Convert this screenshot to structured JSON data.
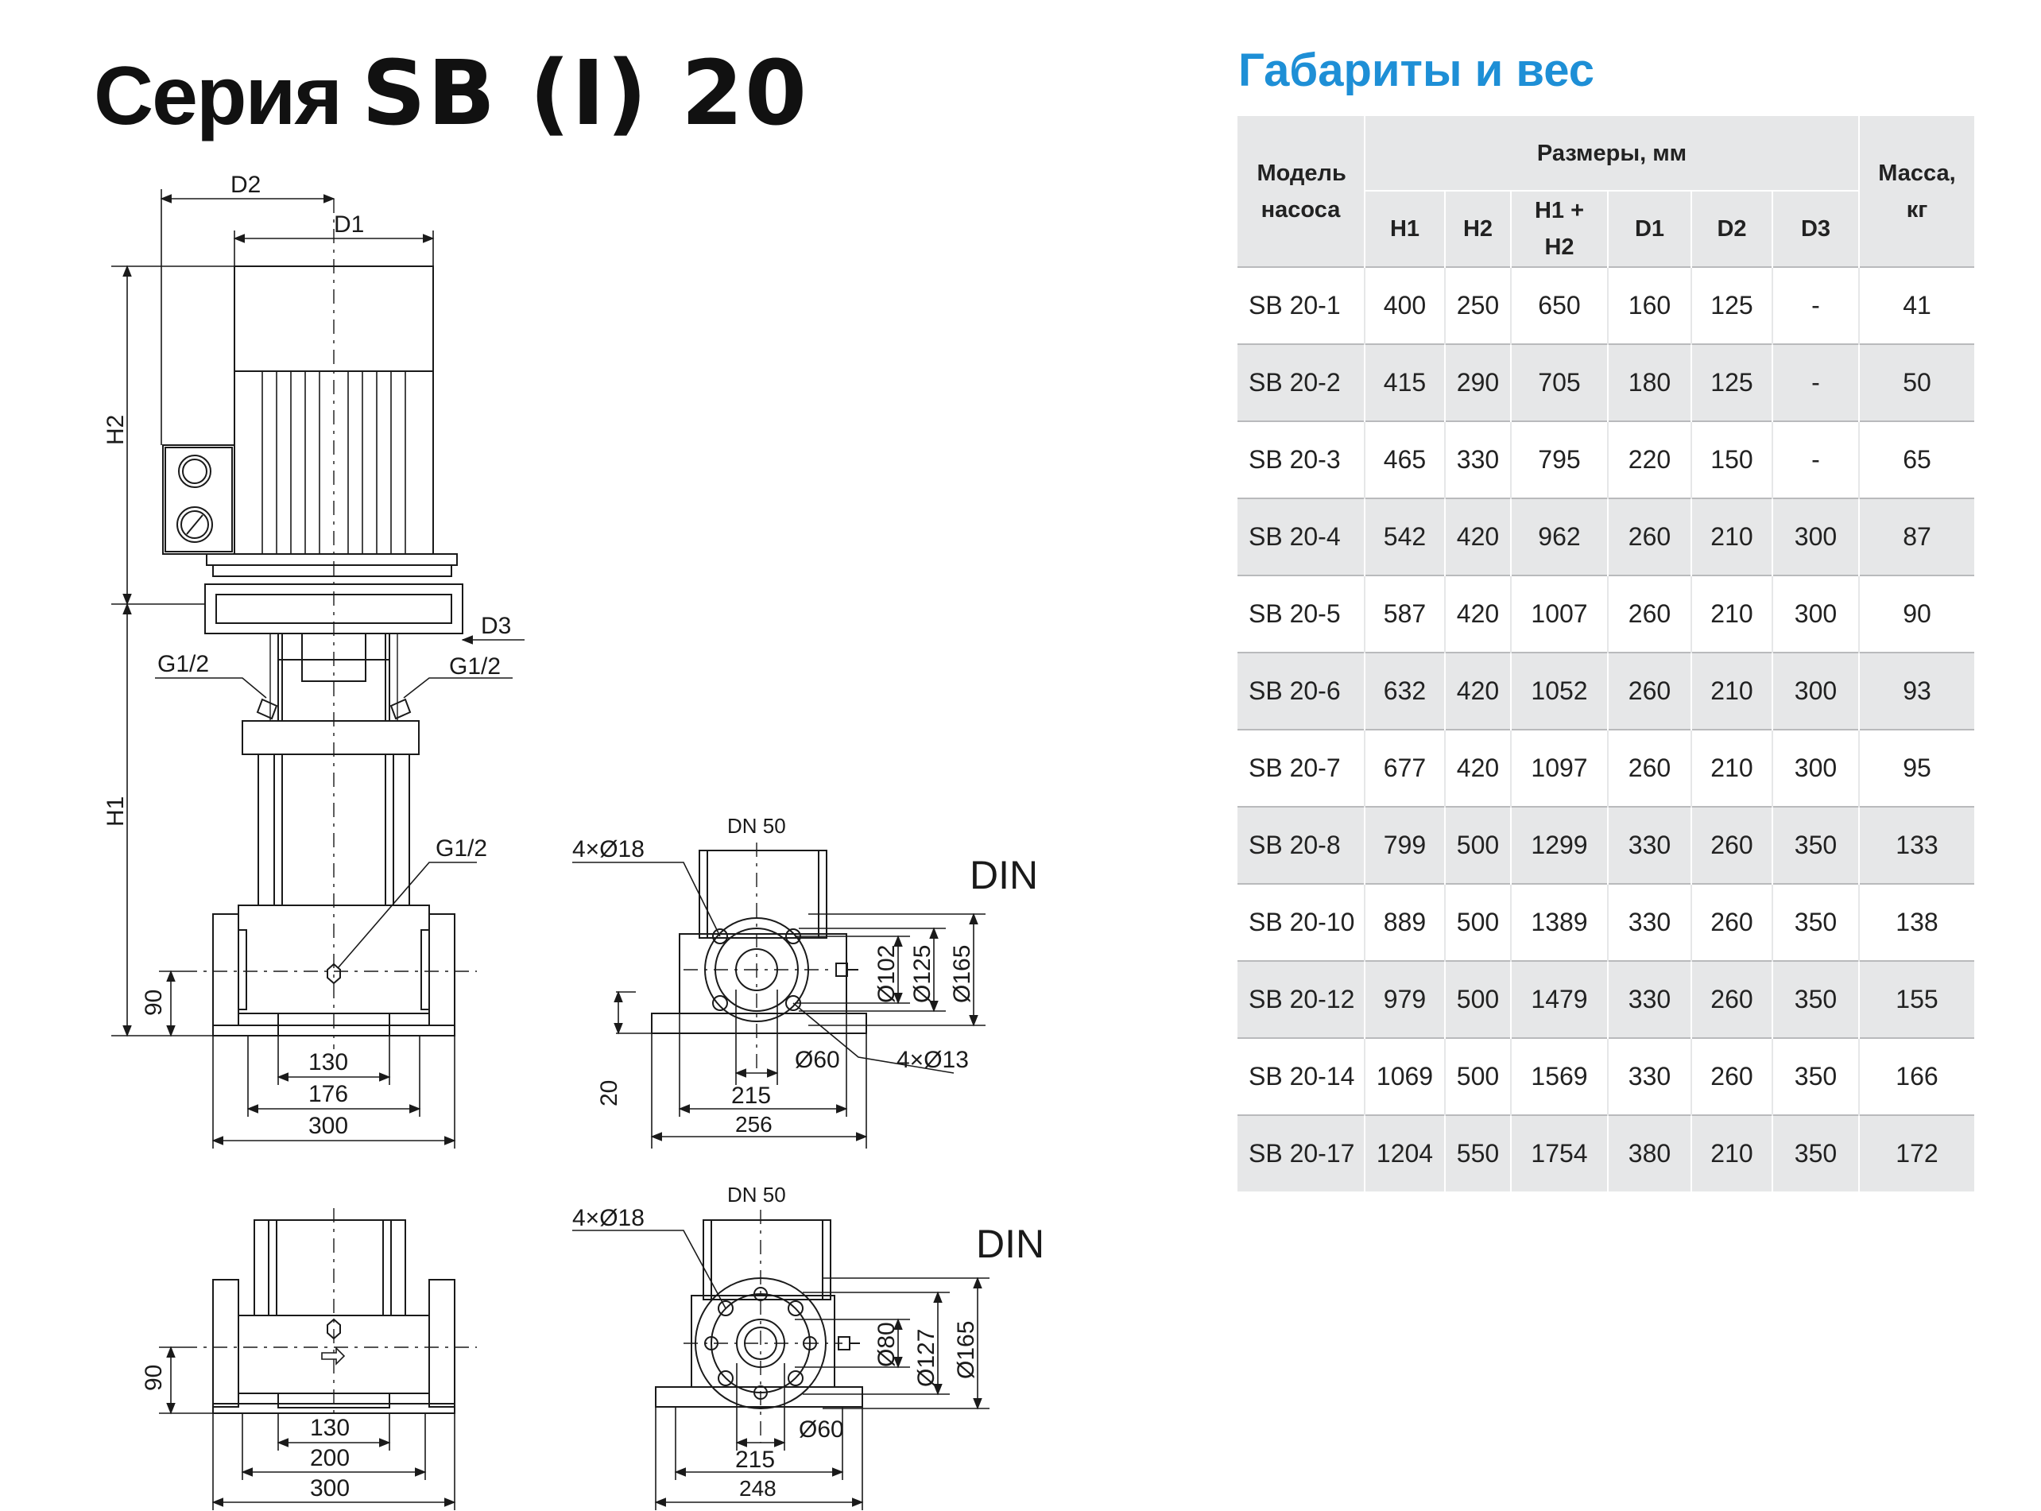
{
  "page": {
    "title_word": "Серия",
    "title_model": "SB (I) 20"
  },
  "section": {
    "title": "Габариты и вес"
  },
  "drawing": {
    "labels": {
      "d2": "D2",
      "d1": "D1",
      "d3": "D3",
      "h1": "H1",
      "h2": "H2",
      "g12_left": "G1/2",
      "g12_right": "G1/2",
      "g12_bottom": "G1/2",
      "v90_a": "90",
      "v90_b": "90",
      "v20": "20",
      "w130_a": "130",
      "w176": "176",
      "w300_a": "300",
      "w130_b": "130",
      "w200": "200",
      "w300_b": "300",
      "dn50_a": "DN 50",
      "dn50_b": "DN 50",
      "holes18_a": "4×Ø18",
      "holes18_b": "4×Ø18",
      "holes13": "4×Ø13",
      "din_a": "DIN",
      "din_b": "DIN",
      "d102": "Ø102",
      "d125": "Ø125",
      "d165_a": "Ø165",
      "d80": "Ø80",
      "d127": "Ø127",
      "d165_b": "Ø165",
      "d60_a": "Ø60",
      "d60_b": "Ø60",
      "w215_a": "215",
      "w256": "256",
      "w215_b": "215",
      "w248": "248"
    }
  },
  "table": {
    "header_model": "Модель насоса",
    "header_sizes": "Размеры, мм",
    "header_mass": "Масса, кг",
    "columns": [
      "H1",
      "H2",
      "H1 + H2",
      "D1",
      "D2",
      "D3"
    ],
    "rows": [
      [
        "SB 20-1",
        "400",
        "250",
        "650",
        "160",
        "125",
        "-",
        "41"
      ],
      [
        "SB 20-2",
        "415",
        "290",
        "705",
        "180",
        "125",
        "-",
        "50"
      ],
      [
        "SB 20-3",
        "465",
        "330",
        "795",
        "220",
        "150",
        "-",
        "65"
      ],
      [
        "SB 20-4",
        "542",
        "420",
        "962",
        "260",
        "210",
        "300",
        "87"
      ],
      [
        "SB 20-5",
        "587",
        "420",
        "1007",
        "260",
        "210",
        "300",
        "90"
      ],
      [
        "SB 20-6",
        "632",
        "420",
        "1052",
        "260",
        "210",
        "300",
        "93"
      ],
      [
        "SB 20-7",
        "677",
        "420",
        "1097",
        "260",
        "210",
        "300",
        "95"
      ],
      [
        "SB 20-8",
        "799",
        "500",
        "1299",
        "330",
        "260",
        "350",
        "133"
      ],
      [
        "SB 20-10",
        "889",
        "500",
        "1389",
        "330",
        "260",
        "350",
        "138"
      ],
      [
        "SB 20-12",
        "979",
        "500",
        "1479",
        "330",
        "260",
        "350",
        "155"
      ],
      [
        "SB 20-14",
        "1069",
        "500",
        "1569",
        "330",
        "260",
        "350",
        "166"
      ],
      [
        "SB 20-17",
        "1204",
        "550",
        "1754",
        "380",
        "210",
        "350",
        "172"
      ]
    ]
  }
}
